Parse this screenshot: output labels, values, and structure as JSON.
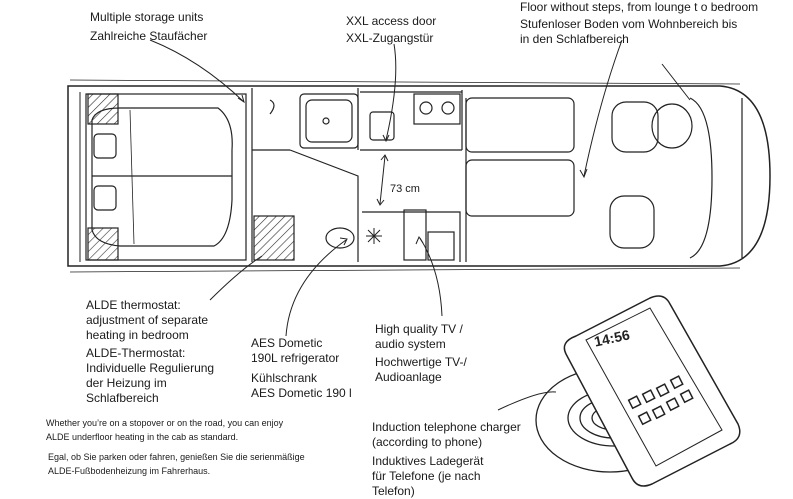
{
  "labels": {
    "storage": {
      "en": "Multiple storage units",
      "de": "Zahlreiche Staufächer"
    },
    "door": {
      "en": "XXL access door",
      "de": "XXL-Zugangstür"
    },
    "floor": {
      "en": "Floor without steps, from lounge t o  bedroom",
      "de1": "Stufenloser Boden vom Wohnbereich bis",
      "de2": "in den Schlafbereich"
    },
    "alde": {
      "en1": "ALDE thermostat:",
      "en2": "adjustment of separate",
      "en3": "heating in bedroom",
      "de1": "ALDE-Thermostat:",
      "de2": "Individuelle Regulierung",
      "de3": "der Heizung im",
      "de4": "Schlafbereich"
    },
    "fridge": {
      "en1": "AES Dometic",
      "en2": "190L refrigerator",
      "de1": "Kühlschrank",
      "de2": "AES Dometic 190 l"
    },
    "tv": {
      "en1": "High quality TV /",
      "en2": "audio system",
      "de1": "Hochwertige TV-/",
      "de2": "Audioanlage"
    },
    "charger": {
      "en1": "Induction telephone charger",
      "en2": "(according to phone)",
      "de1": "Induktives Ladegerät",
      "de2": "für Telefone (je nach",
      "de3": "Telefon)"
    }
  },
  "dimension": "73 cm",
  "phone_time": "14:56",
  "footnote": {
    "en1": "Whether you’re on a stopover or on the road, you can enjoy",
    "en2": "ALDE underfloor heating in the cab as standard.",
    "de1": "Egal, ob Sie parken oder fahren, genießen Sie die serienmäßige",
    "de2": "ALDE-Fußbodenheizung im Fahrerhaus."
  }
}
